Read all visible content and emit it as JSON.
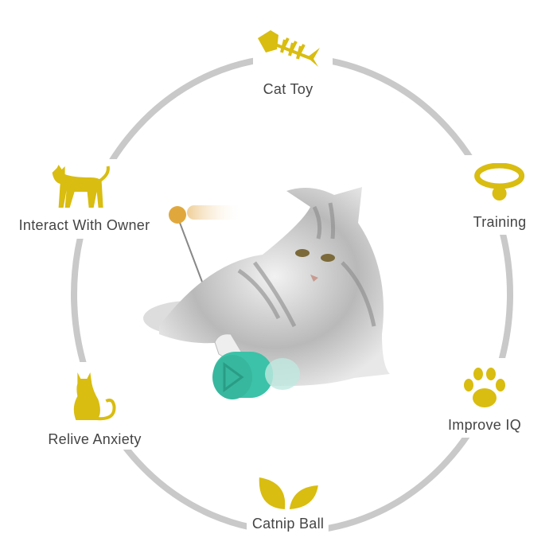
{
  "features": [
    {
      "label": "Cat Toy",
      "icon": "fish-bone-icon"
    },
    {
      "label": "Training",
      "icon": "collar-icon"
    },
    {
      "label": "Improve IQ",
      "icon": "paw-print-icon"
    },
    {
      "label": "Catnip Ball",
      "icon": "leaf-icon"
    },
    {
      "label": "Relive Anxiety",
      "icon": "sitting-cat-icon"
    },
    {
      "label": "Interact With Owner",
      "icon": "walking-cat-icon"
    }
  ],
  "colors": {
    "accent": "#d9bd10",
    "ring": "#c9c9c9",
    "text": "#444444",
    "toy": "#3cc2a8"
  }
}
